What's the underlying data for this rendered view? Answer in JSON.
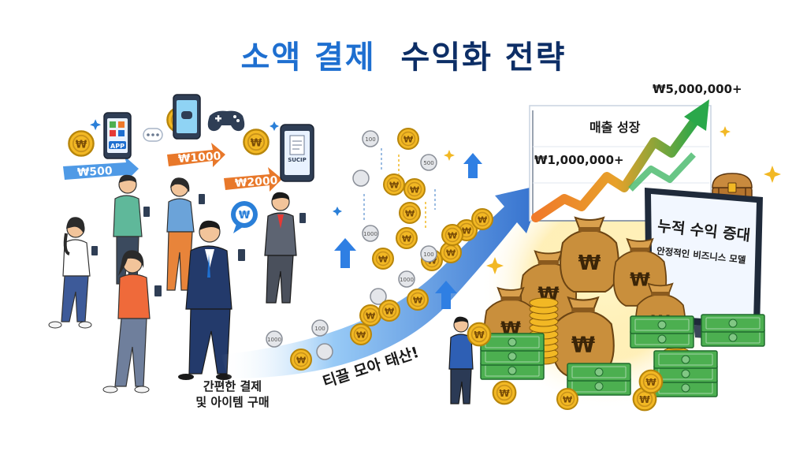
{
  "title": {
    "part1": "소액 결제",
    "part2": "수익화 전략"
  },
  "price_tags": [
    "₩500",
    "₩1000",
    "₩2000"
  ],
  "app_labels": {
    "app": "APP",
    "doc": "SUCIP"
  },
  "coin_values": [
    "100",
    "1000",
    "500"
  ],
  "captions": {
    "payment_line1": "간편한 결제",
    "payment_line2": "및 아이템 구매",
    "slogan": "티끌 모아 태산!"
  },
  "growth_chart": {
    "title": "매출 성장",
    "label_low": "₩1,000,000+",
    "label_high": "₩5,000,000+"
  },
  "monitor_panel": {
    "headline": "누적 수익 증대",
    "subline": "안정적인 비즈니스 모델"
  },
  "colors": {
    "title_primary": "#1e6fd0",
    "title_secondary": "#0d2e66",
    "flow_blue": "#2f7fe3",
    "growth_orange": "#f07a2a",
    "growth_green": "#2aa84a",
    "money_green": "#3d9a4e",
    "coin_gold": "#f2b824"
  },
  "icons": [
    "app-phone-icon",
    "chat-dots-icon",
    "game-controller-icon",
    "document-phone-icon",
    "sparkle-icon",
    "treasure-chest-icon",
    "money-bag-icon",
    "speech-bubble-won-icon"
  ]
}
